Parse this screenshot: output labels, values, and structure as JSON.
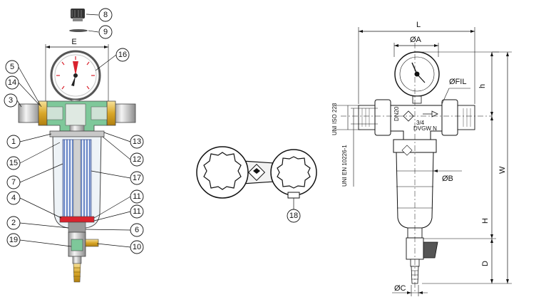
{
  "callouts": {
    "c1": "1",
    "c2": "2",
    "c3": "3",
    "c4": "4",
    "c5": "5",
    "c6": "6",
    "c7": "7",
    "c8": "8",
    "c9": "9",
    "c10": "10",
    "c11a": "11",
    "c11b": "11",
    "c12": "12",
    "c13": "13",
    "c14": "14",
    "c15": "15",
    "c16": "16",
    "c17": "17",
    "c18": "18",
    "c19": "19"
  },
  "dimensions": {
    "E": "E",
    "L": "L",
    "A": "ØA",
    "FIL": "ØFIL",
    "B": "ØB",
    "C": "ØC",
    "h": "h",
    "W": "W",
    "H": "H",
    "D": "D"
  },
  "labels": {
    "uni228": "UNI ISO 228",
    "uni10226": "UNI EN 10226-1",
    "dn": "DN20",
    "size": "3/4",
    "norm": "DVGW N"
  },
  "colors": {
    "red": "#d9232e",
    "green": "#7ec89a",
    "yellow": "#e9b824",
    "blueFilter": "#6a88c8",
    "grey": "#c8c8c8",
    "lightGrey": "#ececec"
  }
}
